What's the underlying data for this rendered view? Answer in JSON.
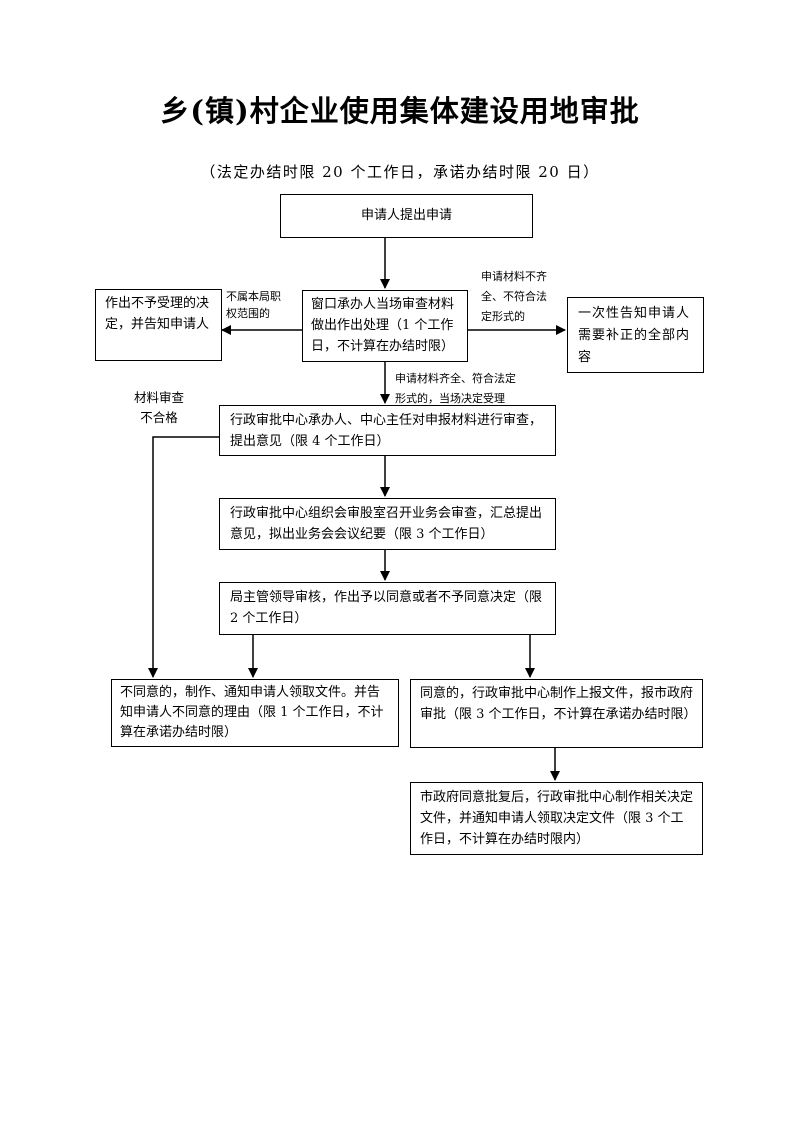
{
  "title": "乡(镇)村企业使用集体建设用地审批",
  "subtitle": "（法定办结时限 20 个工作日，承诺办结时限 20 日）",
  "nodes": {
    "apply": "申请人提出申请",
    "window_review": "窗口承办人当场审查材料做出作出处理（1 个工作日，不计算在办结时限）",
    "reject": "作出不予受理的决定，并告知申请人",
    "notify_supplement": "一次性告知申请人需要补正的全部内容",
    "center_review": "行政审批中心承办人、中心主任对申报材料进行审查，提出意见（限 4 个工作日）",
    "meeting": "行政审批中心组织会审股室召开业务会审查，汇总提出意见，拟出业务会会议纪要（限 3 个工作日）",
    "leader": "局主管领导审核，作出予以同意或者不予同意决定（限 2 个工作日）",
    "disagree": "不同意的，制作、通知申请人领取文件。并告知申请人不同意的理由（限 1 个工作日，不计算在承诺办结时限）",
    "agree": "同意的，行政审批中心制作上报文件，报市政府审批（限 3 个工作日，不计算在承诺办结时限）",
    "final": "市政府同意批复后，行政审批中心制作相关决定文件，并通知申请人领取决定文件（限 3 个工作日，不计算在办结时限内）"
  },
  "labels": {
    "not_in_scope_1": "不属本局职",
    "not_in_scope_2": "权范围的",
    "incomplete_1": "申请材料不齐",
    "incomplete_2": "全、不符合法",
    "incomplete_3": "定形式的",
    "complete_1": "申请材料齐全、符合法定",
    "complete_2": "形式的，当场决定受理",
    "fail_1": "材料审查",
    "fail_2": "不合格"
  }
}
